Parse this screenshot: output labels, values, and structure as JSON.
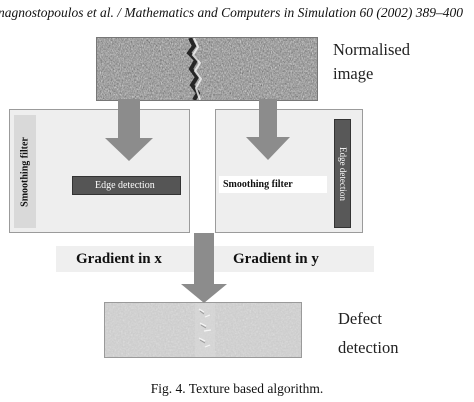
{
  "header": {
    "text": "nagnostopoulos et al. / Mathematics and Computers in Simulation 60 (2002) 389–400"
  },
  "normalised": {
    "label_line1": "Normalised",
    "label_line2": "image"
  },
  "left_panel": {
    "smoothing_label": "Smoothing filter",
    "edge_label": "Edge detection"
  },
  "right_panel": {
    "smoothing_label": "Smoothing filter",
    "edge_label": "Edge detection"
  },
  "gradients": {
    "x_label": "Gradient in x",
    "y_label": "Gradient in y"
  },
  "defect": {
    "label_line1": "Defect",
    "label_line2": "detection"
  },
  "caption": {
    "text": "Fig. 4. Texture based algorithm."
  },
  "colors": {
    "arrow": "#8a8a8a",
    "panel": "#eeeeee",
    "bar_dark": "#555555"
  }
}
